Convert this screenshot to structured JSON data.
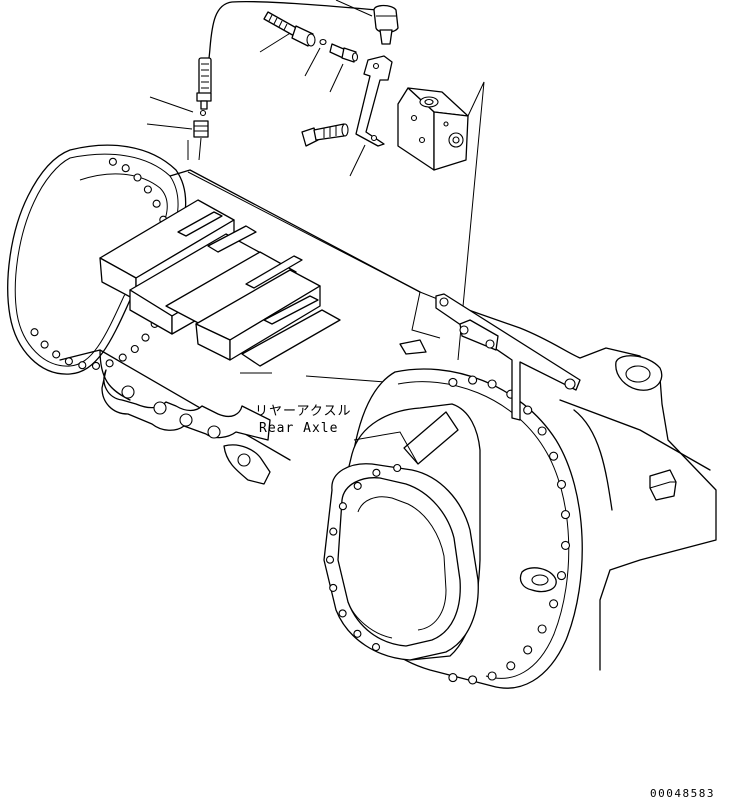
{
  "diagram": {
    "label_jp": "リヤーアクスル",
    "label_en": "Rear Axle",
    "drawing_number": "00048583"
  }
}
